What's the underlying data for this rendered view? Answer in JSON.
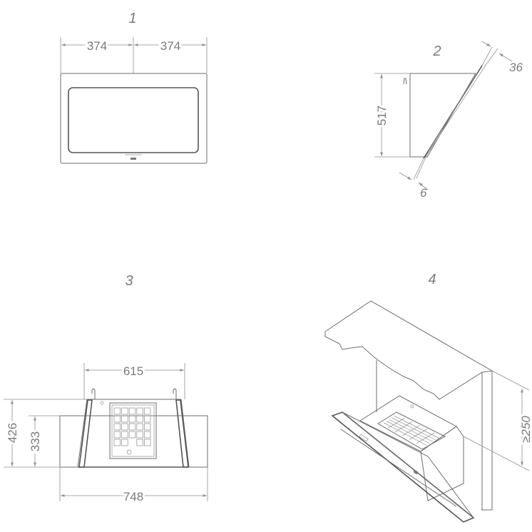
{
  "views": {
    "front": {
      "number": "1",
      "dim_left": "374",
      "dim_right": "374"
    },
    "side": {
      "number": "2",
      "dim_height": "517",
      "dim_top": "36",
      "dim_bottom": "6"
    },
    "bottom": {
      "number": "3",
      "dim_top": "615",
      "dim_outer": "426",
      "dim_inner": "333",
      "dim_bottom": "748"
    },
    "iso": {
      "number": "4",
      "dim_clearance": "≥250"
    }
  }
}
